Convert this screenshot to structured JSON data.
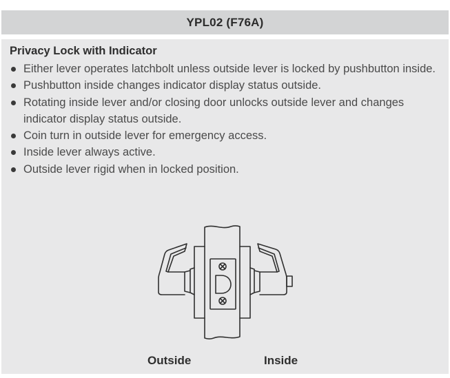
{
  "header": {
    "title": "YPL02 (F76A)"
  },
  "section": {
    "title": "Privacy Lock with Indicator",
    "features": [
      "Either lever operates latchbolt unless outside lever is locked by pushbutton inside.",
      "Pushbutton inside changes indicator display status outside.",
      "Rotating inside lever and/or closing door unlocks outside lever and changes indicator display status outside.",
      "Coin turn in outside lever for emergency access.",
      "Inside lever always active.",
      "Outside lever rigid when in locked position."
    ]
  },
  "diagram": {
    "icon": "lever-lock-diagram",
    "labels": {
      "outside": "Outside",
      "inside": "Inside"
    }
  },
  "colors": {
    "header_bg": "#d3d4d5",
    "panel_bg": "#e8e8e9",
    "text": "#4a4a4a",
    "heading": "#2e2e2e",
    "line": "#2f2f2f"
  }
}
